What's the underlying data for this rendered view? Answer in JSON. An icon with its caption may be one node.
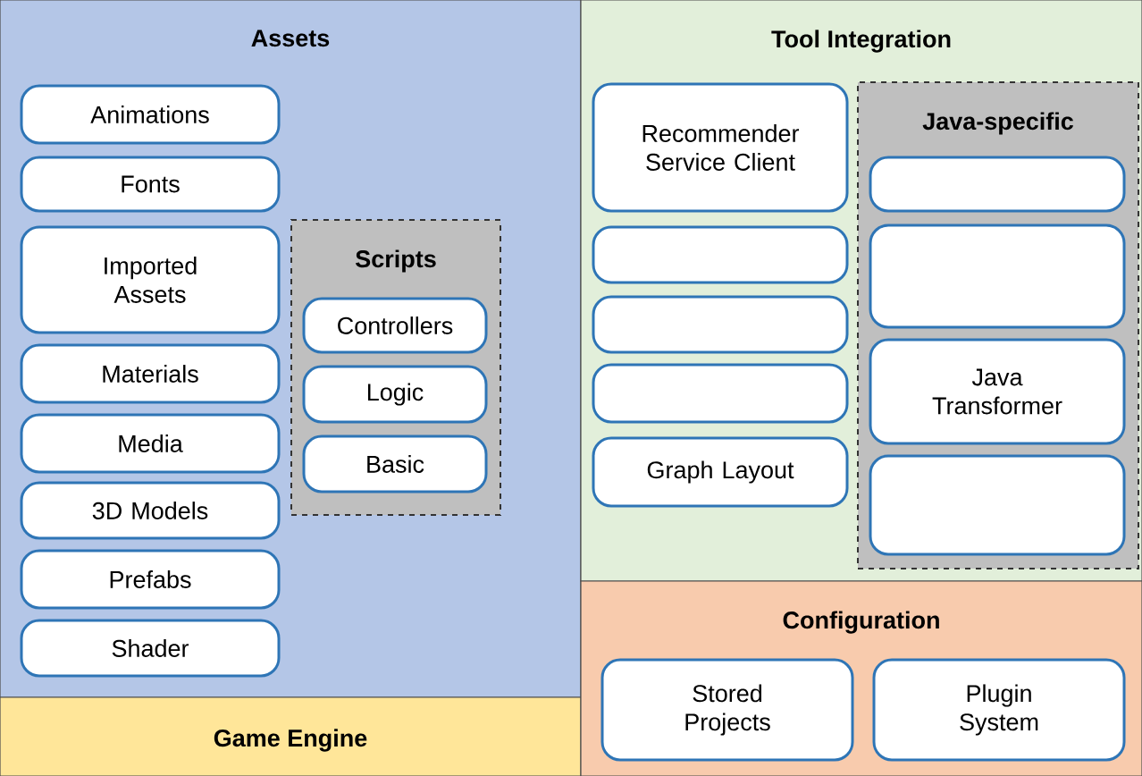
{
  "diagram": {
    "nodes": [
      {
        "text": [
          "Assets"
        ]
      },
      {
        "text": [
          "Animations"
        ],
        "in": 0
      },
      {
        "text": [
          "Fonts"
        ],
        "in": 0
      },
      {
        "text": [
          "Imported Assets"
        ],
        "in": 0
      },
      {
        "text": [
          "Materials"
        ],
        "in": 0
      },
      {
        "text": [
          "Media"
        ],
        "in": 0
      },
      {
        "text": [
          "3D Models"
        ],
        "in": 0
      },
      {
        "text": [
          "Prefabs"
        ],
        "in": 0
      },
      {
        "text": [
          "Shader"
        ],
        "in": 0
      },
      {
        "text": [
          "Scripts"
        ],
        "in": 0
      },
      {
        "text": [
          "Controllers"
        ],
        "in": 9
      },
      {
        "text": [
          "Logic"
        ],
        "in": 9
      },
      {
        "text": [
          "Basic"
        ],
        "in": 9
      },
      {
        "text": [
          "Game Engine"
        ]
      },
      {
        "text": [
          "Tool Integration"
        ]
      },
      {
        "text": [
          "Recommender Service Client"
        ],
        "in": 14
      },
      {
        "text": [],
        "shape": "box",
        "in": 14
      },
      {
        "text": [],
        "shape": "box",
        "in": 14
      },
      {
        "text": [],
        "shape": "box",
        "in": 14
      },
      {
        "text": [
          "Graph Layout"
        ],
        "in": 14
      },
      {
        "text": [
          "Java-specific"
        ],
        "in": 14
      },
      {
        "text": [],
        "shape": "box",
        "in": 20
      },
      {
        "text": [],
        "shape": "box",
        "in": 20
      },
      {
        "text": [
          "Java Transformer"
        ],
        "in": 20
      },
      {
        "text": [],
        "shape": "box",
        "in": 20
      },
      {
        "text": [
          "Configuration"
        ]
      },
      {
        "text": [
          "Stored Projects"
        ],
        "in": 25
      },
      {
        "text": [
          "Plugin System"
        ],
        "in": 25
      }
    ]
  }
}
